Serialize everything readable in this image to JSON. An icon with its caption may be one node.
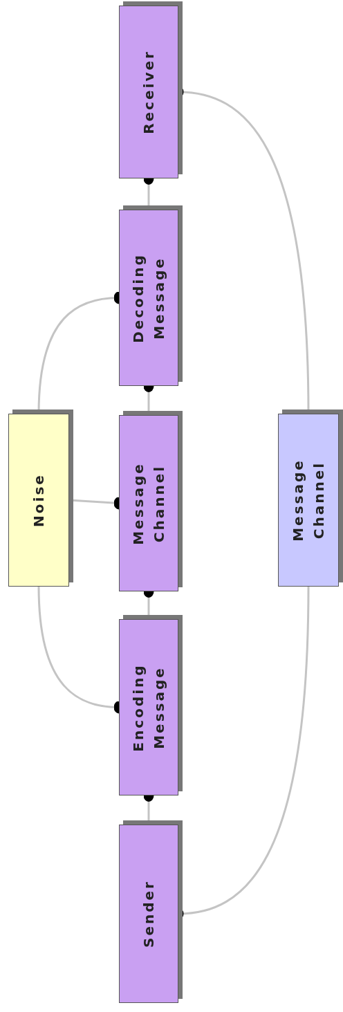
{
  "diagram": {
    "nodes": [
      {
        "text": [
          "Sender"
        ]
      },
      {
        "text": [
          "Encoding Message"
        ]
      },
      {
        "text": [
          "Message Channel"
        ]
      },
      {
        "text": [
          "Decoding Message"
        ]
      },
      {
        "text": [
          "Receiver"
        ]
      },
      {
        "text": [
          "Noise"
        ]
      },
      {
        "text": [
          "Message Channel"
        ]
      }
    ],
    "edges": [
      {
        "from": 0,
        "to": 1,
        "arrow": "other"
      },
      {
        "from": 1,
        "to": 2,
        "arrow": "other"
      },
      {
        "from": 2,
        "to": 3,
        "arrow": "other"
      },
      {
        "from": 3,
        "to": 4,
        "arrow": "other"
      },
      {
        "from": 5,
        "to": 1,
        "arrow": "other"
      },
      {
        "from": 5,
        "to": 2,
        "arrow": "other"
      },
      {
        "from": 5,
        "to": 3,
        "arrow": "other"
      },
      {
        "from": 6,
        "to": 0,
        "arrow": "other"
      },
      {
        "from": 6,
        "to": 4,
        "arrow": "other"
      }
    ]
  }
}
